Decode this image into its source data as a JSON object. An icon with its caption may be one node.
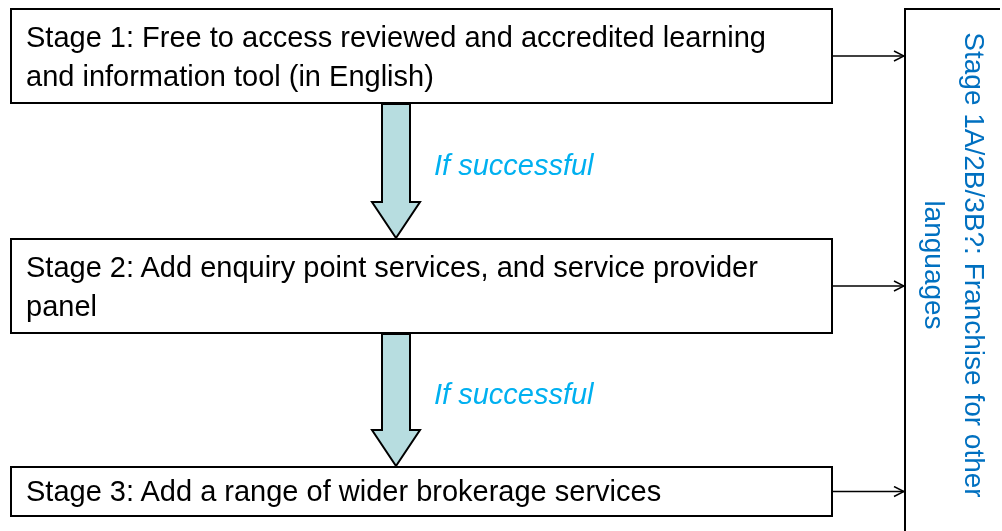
{
  "diagram": {
    "nodes": [
      {
        "text": [
          "Stage 1: Free to access reviewed and accredited learning and information tool (in English)"
        ]
      },
      {
        "text": [
          "Stage 2: Add enquiry point services, and service provider panel"
        ]
      },
      {
        "text": [
          "Stage 3: Add a range of wider brokerage services"
        ]
      },
      {
        "text": [
          "Stage 1A/2B/3B?: Franchise for other languages"
        ]
      }
    ],
    "edges": [
      {
        "from": 0,
        "to": 1,
        "arrow": "to",
        "label": "If successful",
        "style": "thick",
        "color": "#b7dde0"
      },
      {
        "from": 1,
        "to": 2,
        "arrow": "to",
        "label": "If successful",
        "style": "thick",
        "color": "#b7dde0"
      },
      {
        "from": 0,
        "to": 3,
        "arrow": "to"
      },
      {
        "from": 1,
        "to": 3,
        "arrow": "to"
      },
      {
        "from": 2,
        "to": 3,
        "arrow": "to"
      }
    ]
  }
}
